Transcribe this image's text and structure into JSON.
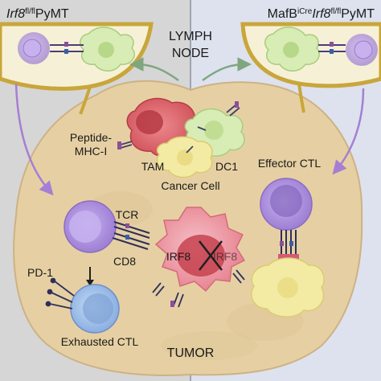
{
  "panels": {
    "left": {
      "title_gene": "Irf8",
      "title_superscript": "fl/fl",
      "title_suffix": "PyMT",
      "background": "#d6d6d6"
    },
    "right": {
      "title_prefix": "MafB",
      "title_prefix_superscript": "iCre",
      "title_gene": "Irf8",
      "title_superscript": "fl/fl",
      "title_suffix": "PyMT",
      "background": "#dde2ee"
    }
  },
  "regions": {
    "lymph_node_line1": "LYMPH",
    "lymph_node_line2": "NODE",
    "tumor": "TUMOR"
  },
  "cells": {
    "tam": "TAM",
    "dc1": "DC1",
    "cancer_cell": "Cancer Cell",
    "effector_ctl": "Effector CTL",
    "exhausted_ctl": "Exhausted CTL",
    "irf8_in_nucleus": "IRF8",
    "irf8_faded": "IRF8"
  },
  "molecules": {
    "peptide_mhc_line1": "Peptide-",
    "peptide_mhc_line2": "MHC-I",
    "tcr": "TCR",
    "cd8": "CD8",
    "pd1": "PD-1"
  },
  "colors": {
    "tumor_mass": "#e8d3a6",
    "lymph_node_fill": "#f6f1d6",
    "lymph_node_border": "#c9a63b",
    "ctl_purple": "#a98bd9",
    "ctl_nucleus": "#7d5fb8",
    "tam_red": "#d9585f",
    "dc1_green": "#cfe6a8",
    "cancer_yellow": "#f2e8a0",
    "cancer_pink": "#ee9aa5",
    "exhausted_blue": "#9fc0e8",
    "arrow_green": "#7fa67f",
    "arrow_purple": "#a57fd3"
  },
  "icons": [
    "x-mark-icon",
    "down-arrow-icon"
  ]
}
